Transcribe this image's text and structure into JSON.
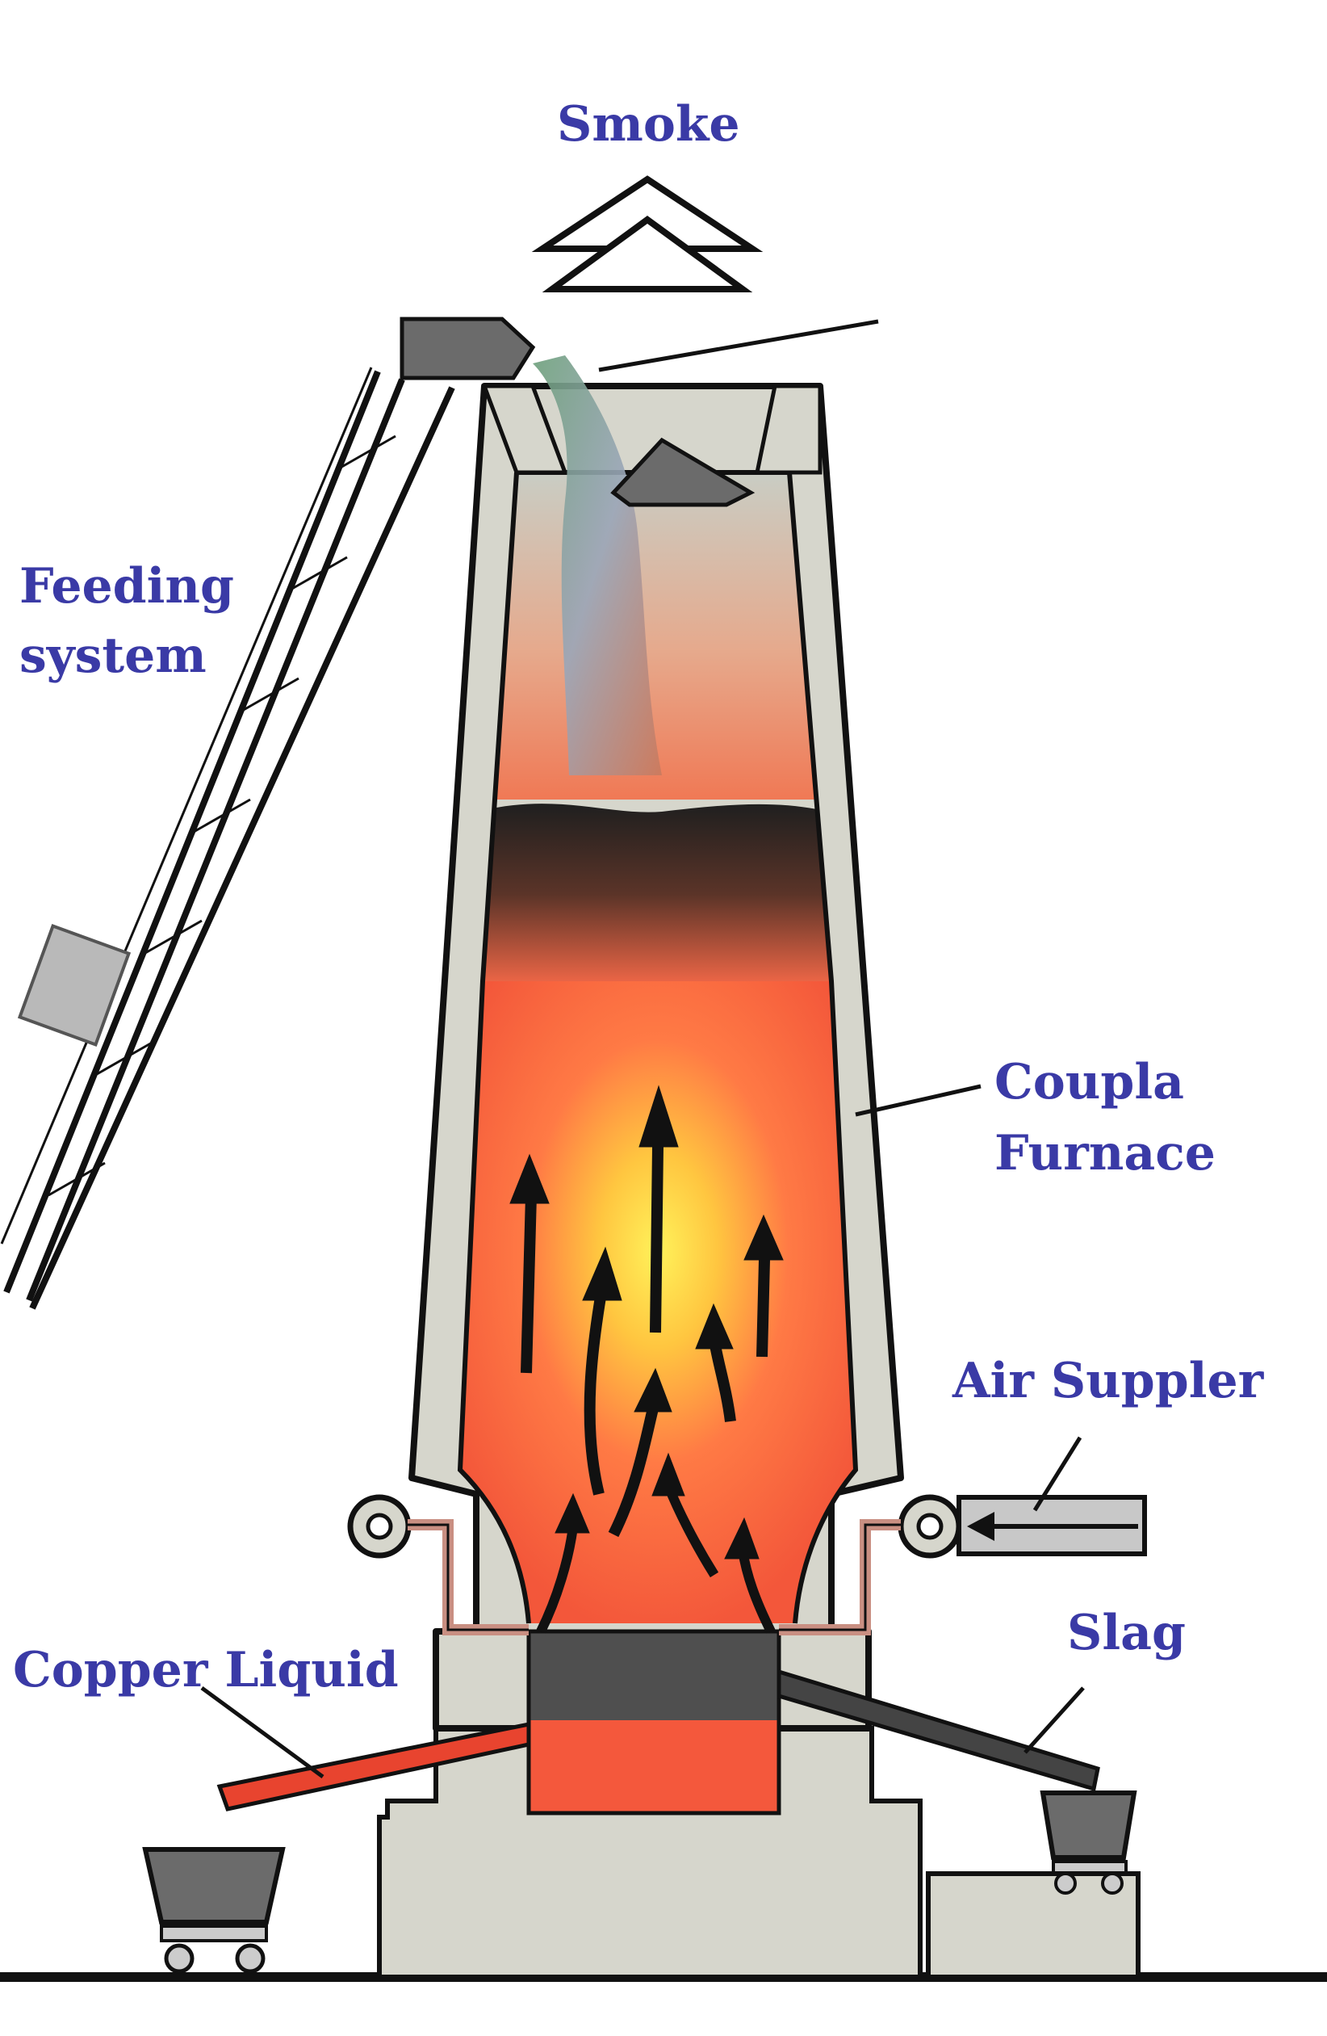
{
  "labels": {
    "smoke": "Smoke",
    "feeding_line1": "Feeding",
    "feeding_line2": "system",
    "furnace_line1": "Coupla",
    "furnace_line2": "Furnace",
    "air": "Air Suppler",
    "slag": "Slag",
    "copper": "Copper Liquid"
  },
  "colors": {
    "label": "#3a3aa6",
    "wall": "#d6d6cc",
    "outline": "#111111",
    "hot_core": "#ffe84a",
    "flame": "#ff6a3d",
    "slag_layer": "#4f4f4f",
    "copper_channel": "#e8442f",
    "slag_channel": "#444444",
    "hopper": "#6b6b6b"
  },
  "icons": [
    "smoke-arrow-icon",
    "flow-arrow-icon",
    "pulley-icon",
    "ladle-cart-icon"
  ]
}
